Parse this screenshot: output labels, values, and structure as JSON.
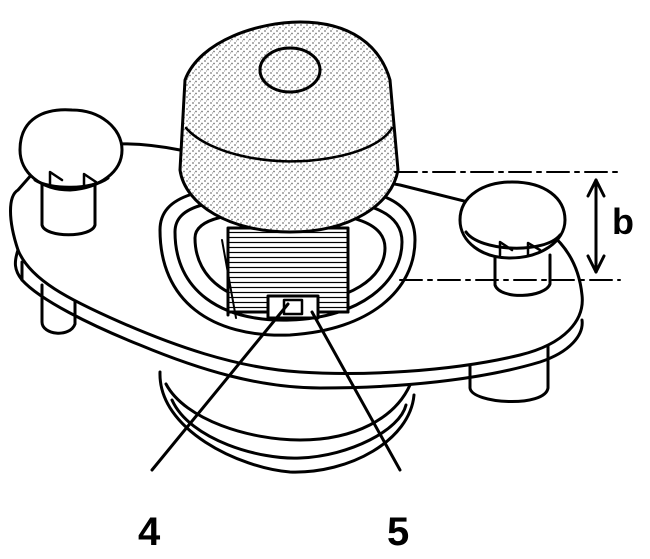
{
  "labels": {
    "part_4": "4",
    "part_5": "5",
    "dimension_b": "b"
  },
  "colors": {
    "ink": "#000000",
    "paper": "#ffffff",
    "stipple": "#b8b8b8"
  }
}
